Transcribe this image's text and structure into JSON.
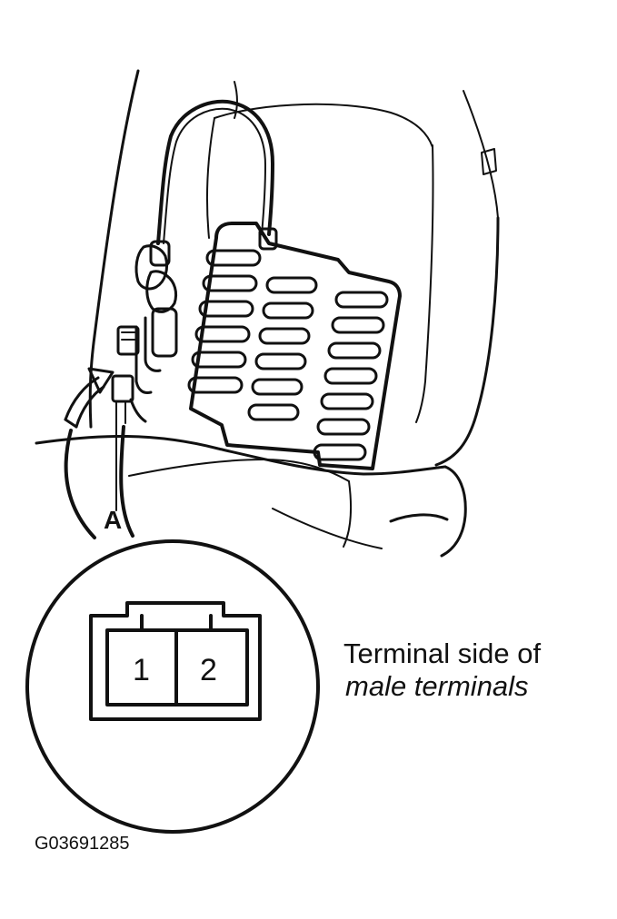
{
  "callout": {
    "letter": "A"
  },
  "connector": {
    "pins": [
      "1",
      "2"
    ]
  },
  "caption": {
    "line1": "Terminal side of",
    "line2": "male terminals"
  },
  "figure_id": "G03691285",
  "colors": {
    "ink": "#111111",
    "paper": "#ffffff"
  }
}
